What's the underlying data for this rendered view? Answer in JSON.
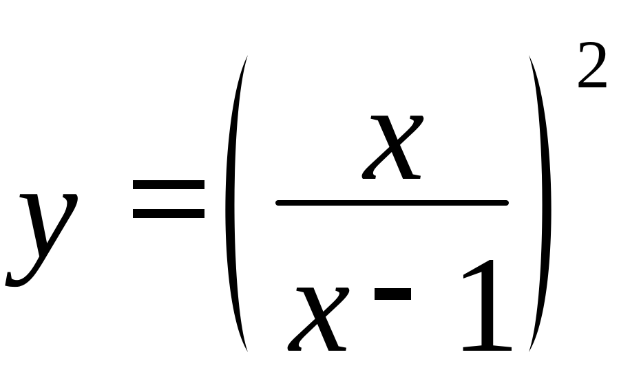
{
  "equation": {
    "lhs": "y",
    "relation": "=",
    "fraction": {
      "numerator": "x",
      "denominator": {
        "variable": "x",
        "operator": "-",
        "constant": "1"
      }
    },
    "exponent": "2"
  }
}
